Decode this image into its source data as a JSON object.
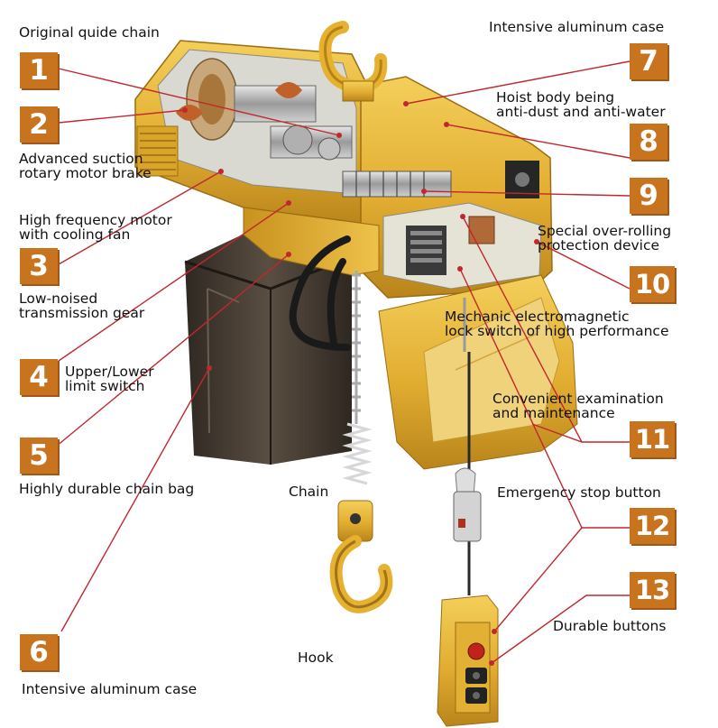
{
  "labels": [
    {
      "id": "original-guide-chain",
      "lines": [
        "Original quide chain"
      ]
    },
    {
      "id": "advanced-suction-brake",
      "lines": [
        "Advanced suction",
        "rotary motor brake"
      ]
    },
    {
      "id": "high-frequency-motor",
      "lines": [
        "High frequency motor",
        "with cooling fan"
      ]
    },
    {
      "id": "low-noised-gear",
      "lines": [
        "Low-noised",
        "transmission gear"
      ]
    },
    {
      "id": "upper-lower-limit-switch",
      "lines": [
        "Upper/Lower",
        "limit switch"
      ]
    },
    {
      "id": "durable-chain-bag",
      "lines": [
        "Highly durable chain bag"
      ]
    },
    {
      "id": "intensive-aluminum-case-bottom",
      "lines": [
        "Intensive aluminum case"
      ]
    },
    {
      "id": "intensive-aluminum-case-top",
      "lines": [
        "Intensive aluminum case"
      ]
    },
    {
      "id": "hoist-body-anti-dust",
      "lines": [
        "Hoist body being",
        "anti-dust and anti-water"
      ]
    },
    {
      "id": "over-rolling-protection",
      "lines": [
        "Special over-rolling",
        "protection device"
      ]
    },
    {
      "id": "electromagnetic-lock-switch",
      "lines": [
        "Mechanic electromagnetic",
        "lock switch of high performance"
      ]
    },
    {
      "id": "examination-maintenance",
      "lines": [
        "Convenient examination",
        "and maintenance"
      ]
    },
    {
      "id": "emergency-stop-button",
      "lines": [
        "Emergency stop button"
      ]
    },
    {
      "id": "durable-buttons",
      "lines": [
        "Durable buttons"
      ]
    },
    {
      "id": "chain",
      "lines": [
        "Chain"
      ]
    },
    {
      "id": "hook",
      "lines": [
        "Hook"
      ]
    }
  ],
  "badges": [
    "1",
    "2",
    "3",
    "4",
    "5",
    "6",
    "7",
    "8",
    "9",
    "10",
    "11",
    "12",
    "13"
  ],
  "colors": {
    "badge": "#c8741f",
    "leader_line": "#c0282d",
    "hoist_body": "#e3b53c",
    "chain_bag": "#4a3f35"
  }
}
